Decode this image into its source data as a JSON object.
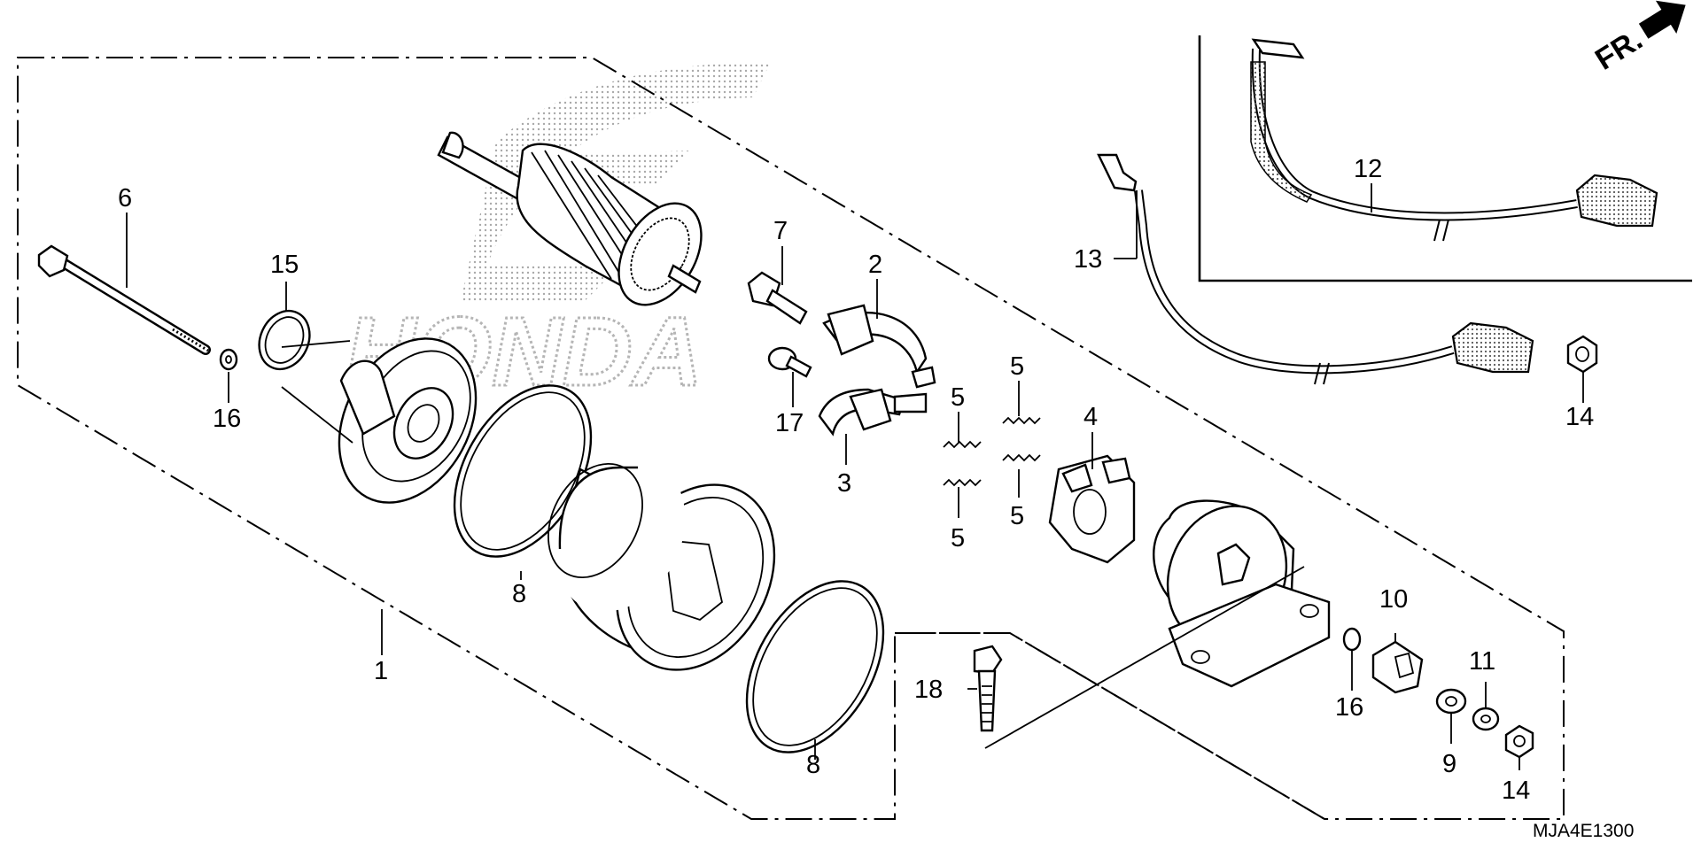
{
  "diagram": {
    "code": "MJA4E1300",
    "direction_marker": "FR.",
    "watermark": "HONDA",
    "callouts": [
      {
        "id": "c1",
        "text": "1"
      },
      {
        "id": "c2",
        "text": "2"
      },
      {
        "id": "c3",
        "text": "3"
      },
      {
        "id": "c4",
        "text": "4"
      },
      {
        "id": "c5a",
        "text": "5"
      },
      {
        "id": "c5b",
        "text": "5"
      },
      {
        "id": "c5c",
        "text": "5"
      },
      {
        "id": "c5d",
        "text": "5"
      },
      {
        "id": "c6",
        "text": "6"
      },
      {
        "id": "c7",
        "text": "7"
      },
      {
        "id": "c8a",
        "text": "8"
      },
      {
        "id": "c8b",
        "text": "8"
      },
      {
        "id": "c9",
        "text": "9"
      },
      {
        "id": "c10",
        "text": "10"
      },
      {
        "id": "c11",
        "text": "11"
      },
      {
        "id": "c12",
        "text": "12"
      },
      {
        "id": "c13",
        "text": "13"
      },
      {
        "id": "c14a",
        "text": "14"
      },
      {
        "id": "c14b",
        "text": "14"
      },
      {
        "id": "c15",
        "text": "15"
      },
      {
        "id": "c16a",
        "text": "16"
      },
      {
        "id": "c16b",
        "text": "16"
      },
      {
        "id": "c17",
        "text": "17"
      },
      {
        "id": "c18",
        "text": "18"
      }
    ]
  }
}
